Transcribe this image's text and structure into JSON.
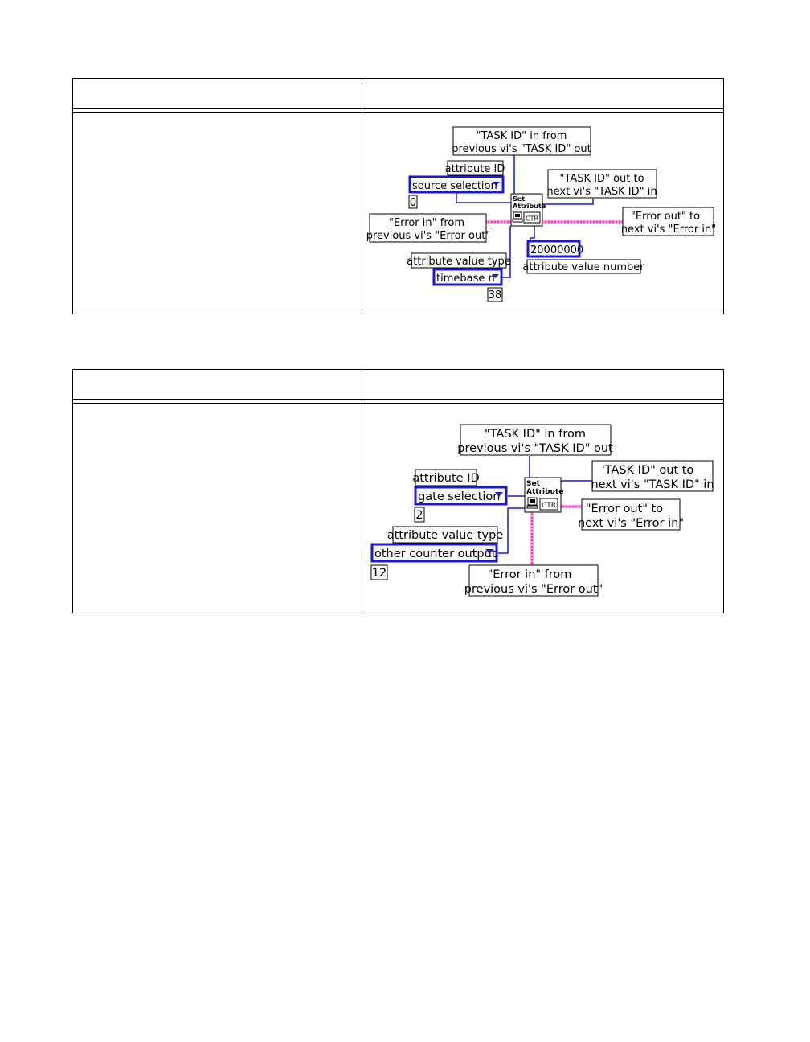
{
  "colors": {
    "wire_blue": "#1a1ac8",
    "wire_pink": "#ff33cc",
    "control_border": "#1a1acc",
    "frame": "#000000"
  },
  "diagram1": {
    "task_in": [
      "\"TASK ID\" in from",
      "previous vi's \"TASK ID\" out"
    ],
    "attribute_id_label": "attribute ID",
    "attribute_id_value": "source selection",
    "attribute_id_code": "0",
    "task_out": [
      "\"TASK ID\" out to",
      "next vi's \"TASK ID\" in"
    ],
    "set_attr_title": [
      "Set",
      "Attribute"
    ],
    "ctr": "CTR",
    "error_in": [
      "\"Error in\" from",
      "previous vi's \"Error out\""
    ],
    "error_out": [
      "\"Error out\" to",
      "next vi's \"Error in\""
    ],
    "numeric_value": "20000000",
    "attr_value_number_label": "attribute value number",
    "attr_value_type_label": "attribute value type",
    "attr_value_type_value": "timebase n",
    "attr_value_type_code": "38"
  },
  "diagram2": {
    "task_in": [
      "\"TASK ID\" in from",
      "previous vi's \"TASK ID\" out"
    ],
    "attribute_id_label": "attribute ID",
    "attribute_id_value": "gate selection",
    "attribute_id_code": "2",
    "task_out": [
      "'TASK ID\" out to",
      "next vi's \"TASK ID\" in"
    ],
    "set_attr_title": [
      "Set",
      "Attribute"
    ],
    "ctr": "CTR",
    "error_out": [
      "\"Error out\" to",
      "next vi's \"Error in\""
    ],
    "attr_value_type_label": "attribute value type",
    "attr_value_type_value": "other counter output",
    "attr_value_type_code": "12",
    "error_in": [
      "\"Error in\" from",
      "previous vi's \"Error out\""
    ]
  }
}
